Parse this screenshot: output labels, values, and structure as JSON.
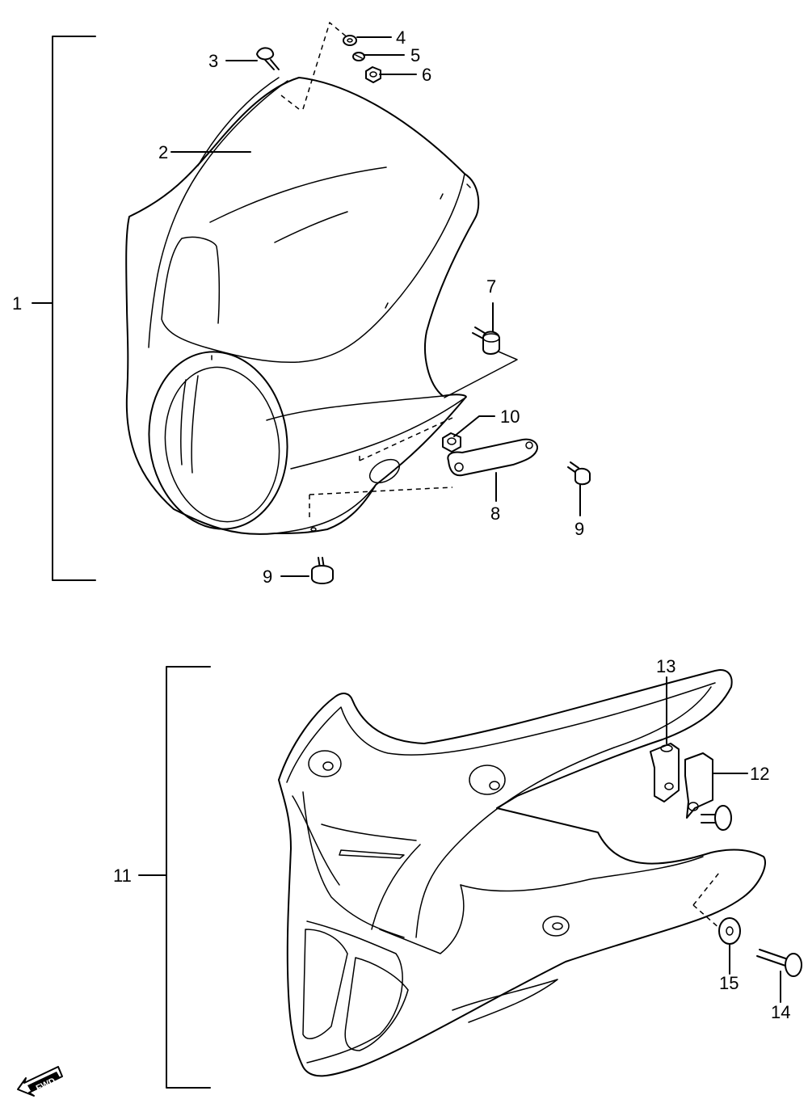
{
  "labels": {
    "l1": "1",
    "l2": "2",
    "l3": "3",
    "l4": "4",
    "l5": "5",
    "l6": "6",
    "l7": "7",
    "l8": "8",
    "l9a": "9",
    "l9b": "9",
    "l10": "10",
    "l11": "11",
    "l12": "12",
    "l13": "13",
    "l14": "14",
    "l15": "15"
  },
  "fwd_arrow": {
    "text": "FWD"
  }
}
